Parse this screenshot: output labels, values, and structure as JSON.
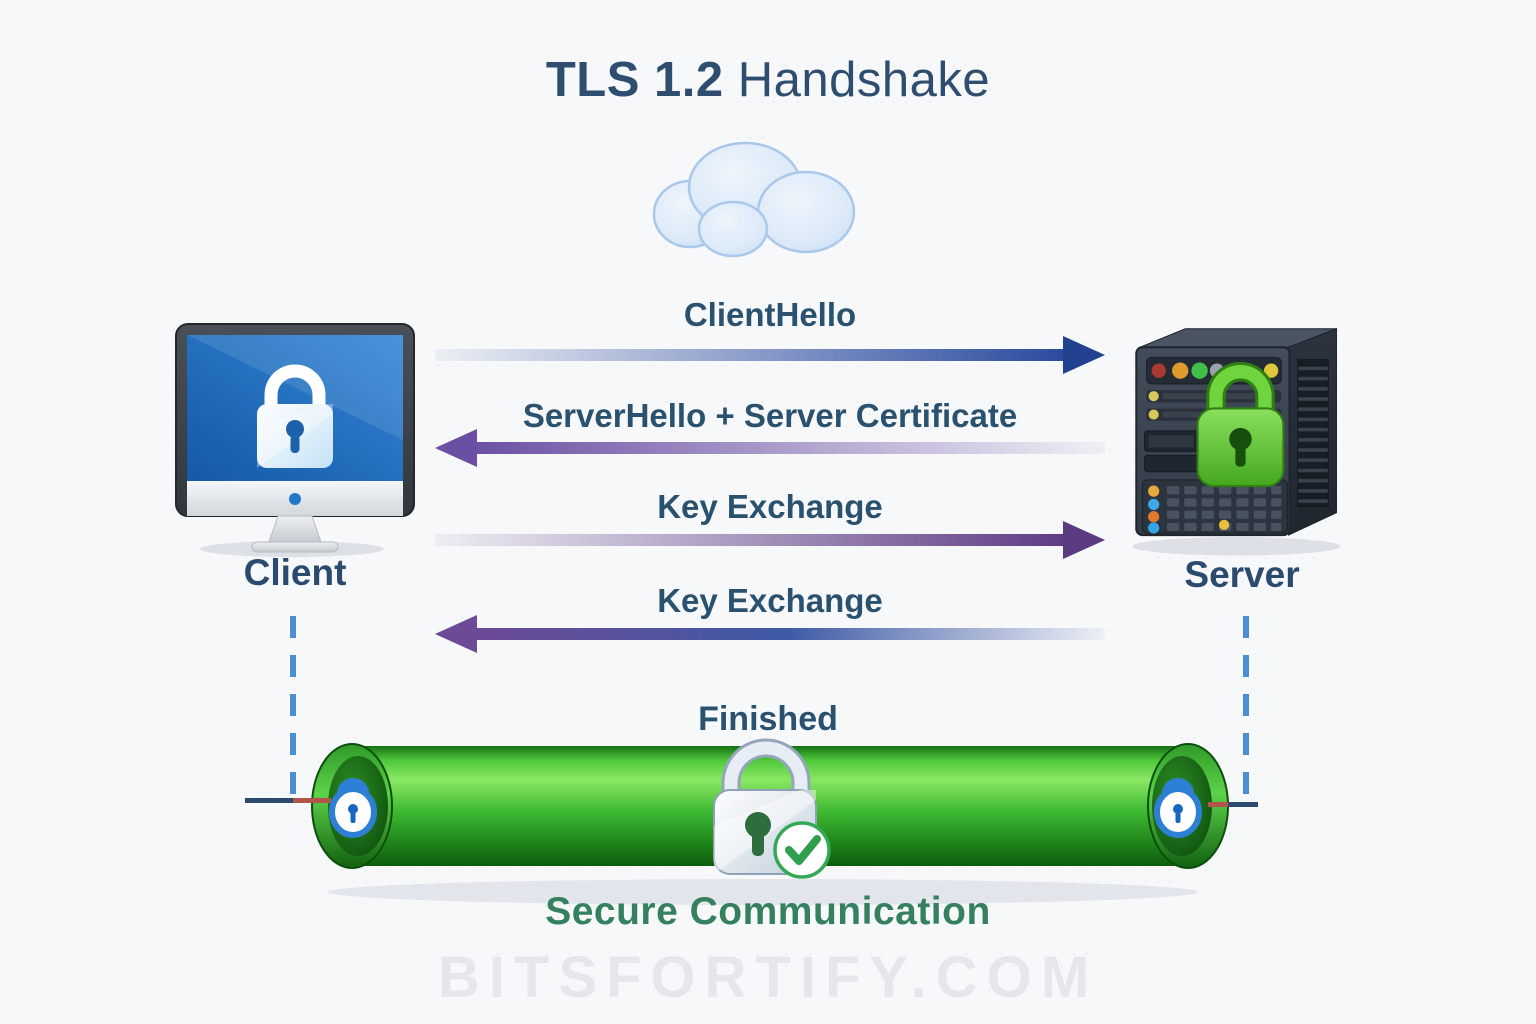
{
  "title": {
    "product": "TLS 1.2",
    "suffix": "Handshake"
  },
  "nodes": {
    "client": {
      "label": "Client"
    },
    "server": {
      "label": "Server"
    }
  },
  "messages": [
    {
      "label": "ClientHello",
      "direction": "right",
      "head_color": "#22418f",
      "stops": [
        "rgba(34,65,143,0.05)",
        "#2a4a9e"
      ]
    },
    {
      "label": "ServerHello + Server Certificate",
      "direction": "left",
      "head_color": "#6b4fa3",
      "stops": [
        "#6b4fa3",
        "rgba(107,79,163,0.05)"
      ]
    },
    {
      "label": "Key Exchange",
      "direction": "right",
      "head_color": "#5b3a82",
      "stops": [
        "rgba(91,58,130,0.05)",
        "#5d3b84"
      ]
    },
    {
      "label": "Key Exchange",
      "direction": "left",
      "head_color": "#6d4a96",
      "stops": [
        "#6d4a96",
        "#3f5aa6",
        "rgba(63,90,166,0.05)"
      ]
    }
  ],
  "finished": {
    "label": "Finished"
  },
  "secure_channel": {
    "label": "Secure Communication",
    "tube_color": "#2fae29"
  },
  "watermark": "BITSFORTIFY.COM",
  "icons": {
    "cloud": "cloud-icon",
    "client": "client-monitor-lock-icon",
    "server": "server-tower-lock-icon",
    "tube_center": "padlock-check-icon",
    "tube_ends": "small-padlock-icon"
  },
  "colors": {
    "title_text": "#2f4d6e",
    "message_text": "#2a516e",
    "node_label": "#2b4b6e",
    "secure_text": "#35805f",
    "dashed_line": "#4a8fd4",
    "watermark_text": "#e6e7ec"
  }
}
